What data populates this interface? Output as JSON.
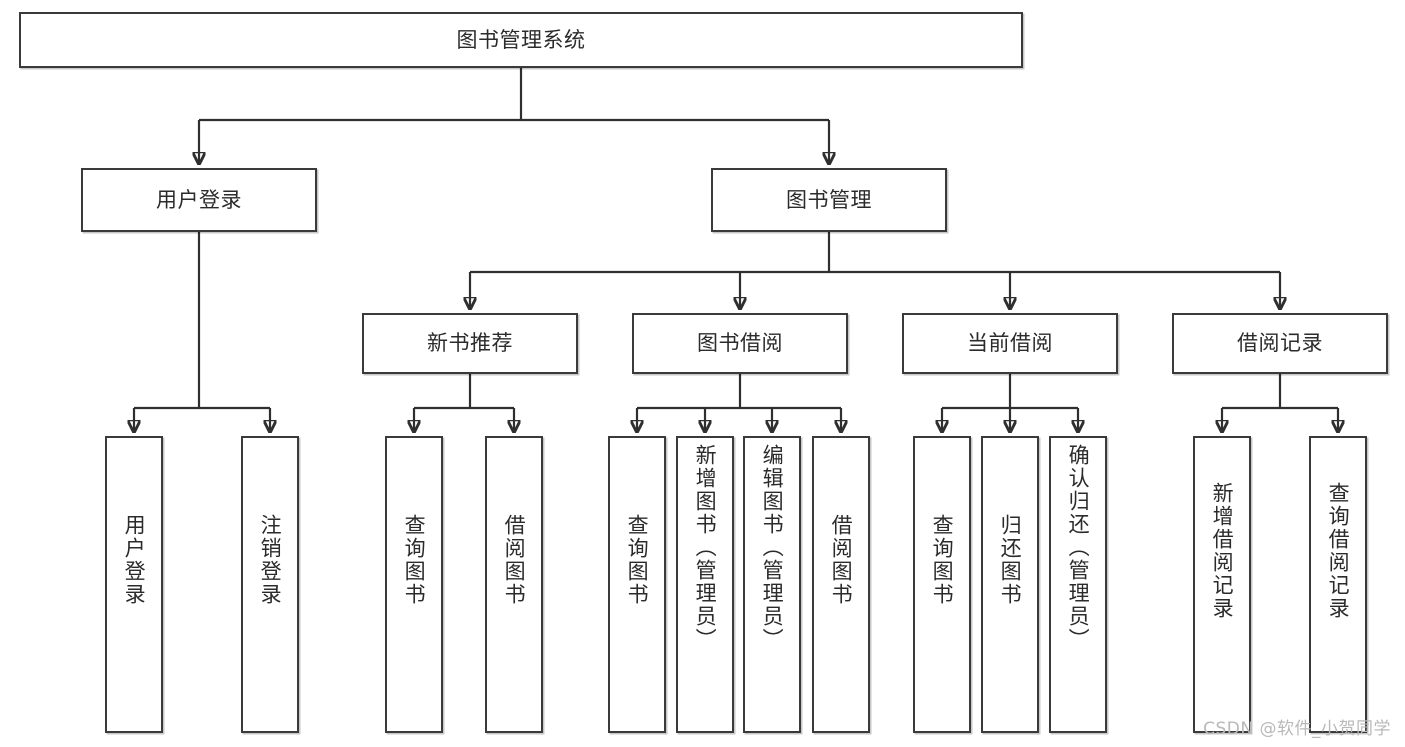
{
  "diagram": {
    "title": "图书管理系统",
    "type": "functional-structure-tree",
    "watermark": "CSDN @软件_小贺同学",
    "colors": {
      "box_border": "#3a3a3a",
      "box_fill": "#ffffff",
      "connector": "#2f2f2f",
      "text": "#2b2b2b",
      "watermark": "#b9b9b9",
      "background": "#ffffff"
    }
  },
  "nodes": {
    "root": {
      "label": "图书管理系统"
    },
    "level2": [
      {
        "id": "user-login",
        "label": "用户登录"
      },
      {
        "id": "book-manage",
        "label": "图书管理"
      }
    ],
    "level3": [
      {
        "id": "new-book-recommend",
        "label": "新书推荐"
      },
      {
        "id": "book-borrow",
        "label": "图书借阅"
      },
      {
        "id": "current-borrow",
        "label": "当前借阅"
      },
      {
        "id": "borrow-record",
        "label": "借阅记录"
      }
    ],
    "leaves": {
      "user_login": [
        {
          "id": "leaf-user-login",
          "label": "用户登录"
        },
        {
          "id": "leaf-user-logout",
          "label": "注销登录"
        }
      ],
      "new_book_recommend": [
        {
          "id": "leaf-query-book-1",
          "label": "查询图书"
        },
        {
          "id": "leaf-borrow-book-1",
          "label": "借阅图书"
        }
      ],
      "book_borrow": [
        {
          "id": "leaf-query-book-2",
          "label": "查询图书"
        },
        {
          "id": "leaf-add-book",
          "label": "新增图书（管理员）"
        },
        {
          "id": "leaf-edit-book",
          "label": "编辑图书（管理员）"
        },
        {
          "id": "leaf-borrow-book-2",
          "label": "借阅图书"
        }
      ],
      "current_borrow": [
        {
          "id": "leaf-query-book-3",
          "label": "查询图书"
        },
        {
          "id": "leaf-return-book",
          "label": "归还图书"
        },
        {
          "id": "leaf-confirm-return",
          "label": "确认归还（管理员）"
        }
      ],
      "borrow_record": [
        {
          "id": "leaf-add-record",
          "label": "新增借阅记录"
        },
        {
          "id": "leaf-query-record",
          "label": "查询借阅记录"
        }
      ]
    }
  }
}
